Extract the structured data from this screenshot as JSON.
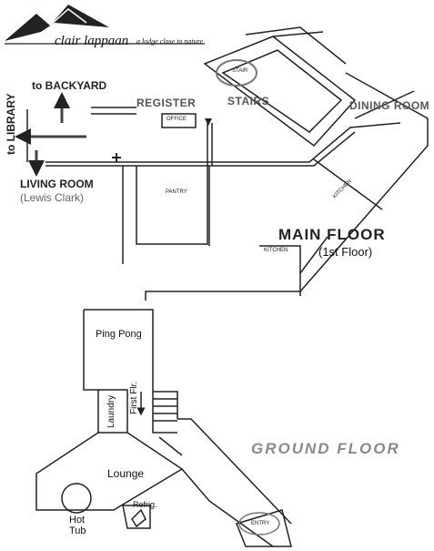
{
  "logo": {
    "name": "clair lappaan",
    "tagline": "a lodge close to nature"
  },
  "main_floor": {
    "title": "MAIN FLOOR",
    "subtitle": "(1st Floor)",
    "labels": {
      "backyard": "to BACKYARD",
      "library": "to LIBRARY",
      "register": "REGISTER",
      "office": "OFFICE",
      "stairs": "STAIRS",
      "stair_badge": "STAIR",
      "dining_room": "DINING ROOM",
      "living_room": "LIVING ROOM",
      "living_room_sub": "(Lewis Clark)",
      "pantry": "PANTRY",
      "kitchen_diagonal": "KITCHEN",
      "kitchen": "KITCHEN"
    }
  },
  "ground_floor": {
    "title": "GROUND FLOOR",
    "labels": {
      "ping_pong": "Ping Pong",
      "laundry": "Laundry",
      "first_flr": "First Flr.",
      "lounge": "Lounge",
      "hot_tub_line1": "Hot",
      "hot_tub_line2": "Tub",
      "refrig": "Refrig.",
      "entry": "ENTRY"
    }
  },
  "colors": {
    "ink": "#222222",
    "faded_label": "#555555",
    "ground_title": "#8a8a8a",
    "sub_label": "#666666"
  }
}
